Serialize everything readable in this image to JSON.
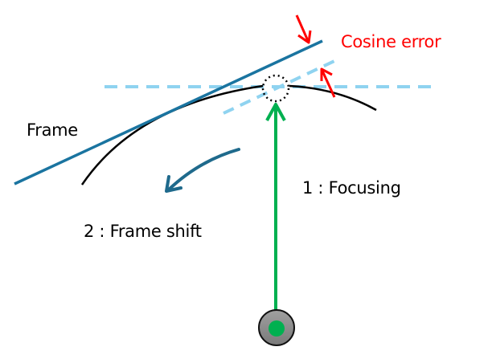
{
  "labels": {
    "cosine_error": "Cosine error",
    "frame": "Frame",
    "focusing": "1 : Focusing",
    "frame_shift": "2 : Frame shift"
  },
  "colors": {
    "frame_line": "#1a74a0",
    "dashed_line": "#8fd3f0",
    "curve": "#000000",
    "focus_arrow": "#00b050",
    "shift_arrow": "#1f6a8c",
    "error_arrow": "#ff0000",
    "source_fill": "#8a8a8a"
  }
}
